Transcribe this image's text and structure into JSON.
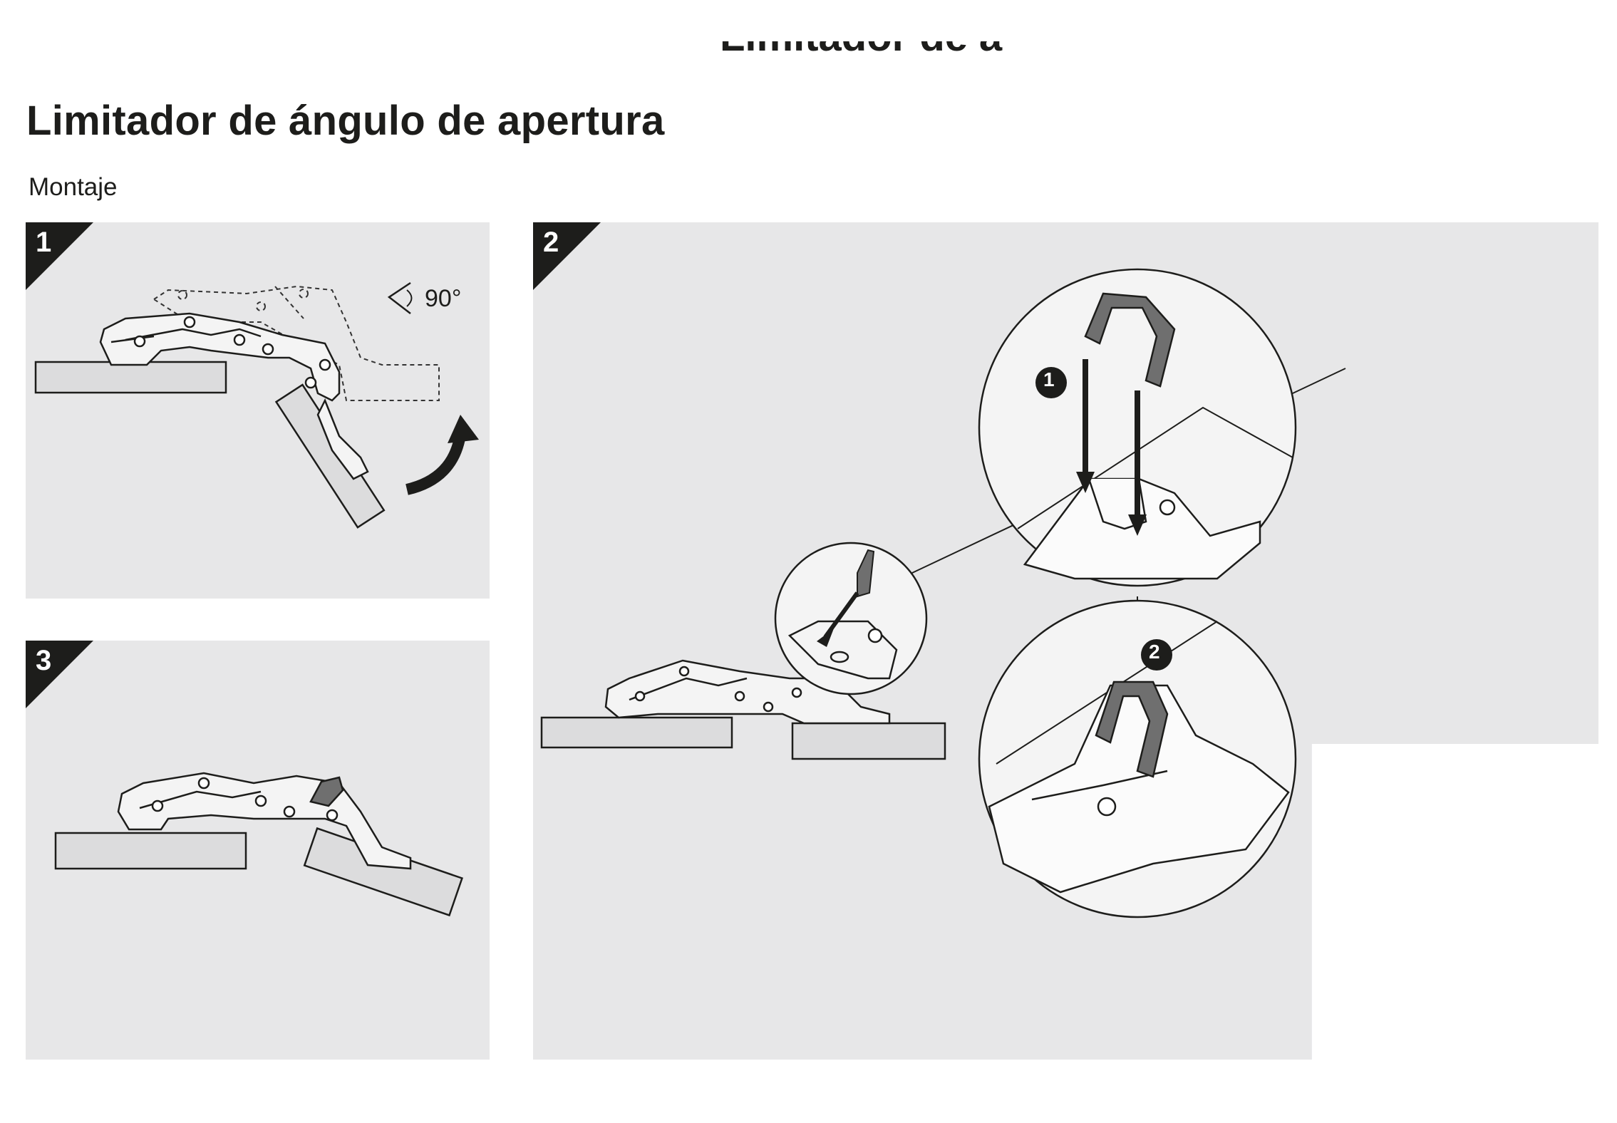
{
  "header": {
    "cut_title": "Limitador de ángulo de apertura",
    "title": "Limitador de ángulo de apertura",
    "subtitle": "Montaje"
  },
  "steps": [
    {
      "number": "1",
      "angle_label": "90°"
    },
    {
      "number": "2",
      "callouts": [
        "1",
        "2"
      ]
    },
    {
      "number": "3"
    }
  ],
  "colors": {
    "panel_bg": "#e7e7e8",
    "corner": "#1d1d1b",
    "board_fill": "#dcdcdd",
    "limiter_fill": "#6f6f6f"
  }
}
